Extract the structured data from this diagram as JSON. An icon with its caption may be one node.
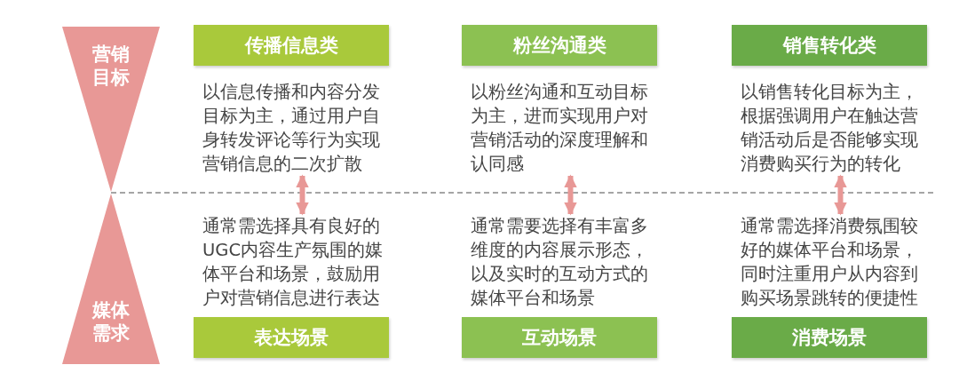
{
  "diagram": {
    "nodes": [
      {
        "text": [
          "营销目标"
        ]
      },
      {
        "text": [
          "传播信息类"
        ]
      },
      {
        "text": [
          "粉丝沟通类"
        ]
      },
      {
        "text": [
          "销售转化类"
        ]
      },
      {
        "text": [
          "以信息传播和内容分发目标为主，通过用户自身转发评论等行为实现营销信息的二次扩散"
        ]
      },
      {
        "text": [
          "以粉丝沟通和互动目标为主，进而实现用户对营销活动的深度理解和认同感"
        ]
      },
      {
        "text": [
          "以销售转化目标为主，根据强调用户在触达营销活动后是否能够实现消费购买行为的转化"
        ]
      },
      {
        "text": [
          "通常需选择具有良好的UGC内容生产氛围的媒体平台和场景，鼓励用户对营销信息进行表达"
        ]
      },
      {
        "text": [
          "通常需要选择有丰富多维度的内容展示形态，以及实时的互动方式的媒体平台和场景"
        ]
      },
      {
        "text": [
          "通常需选择消费氛围较好的媒体平台和场景，同时注重用户从内容到购买场景跳转的便捷性"
        ]
      },
      {
        "text": [
          "媒体需求"
        ]
      },
      {
        "text": [
          "表达场景"
        ]
      },
      {
        "text": [
          "互动场景"
        ]
      },
      {
        "text": [
          "消费场景"
        ]
      }
    ],
    "edges": [
      {
        "from": 4,
        "to": 7,
        "arrow": "both"
      },
      {
        "from": 5,
        "to": 8,
        "arrow": "both"
      },
      {
        "from": 6,
        "to": 9,
        "arrow": "both"
      }
    ]
  }
}
